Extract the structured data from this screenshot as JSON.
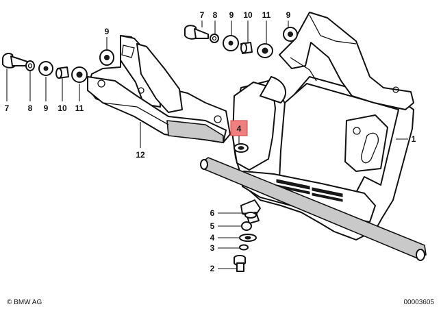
{
  "callouts": {
    "c7a": "7",
    "c8a": "8",
    "c9a": "9",
    "c10a": "10",
    "c11a": "11",
    "c9b": "9",
    "c12": "12",
    "c7b": "7",
    "c8b": "8",
    "c9c": "9",
    "c10b": "10",
    "c11b": "11",
    "c9d": "9",
    "c1": "1",
    "c4": "4",
    "c6": "6",
    "c5": "5",
    "c4b": "4",
    "c3": "3",
    "c2": "2"
  },
  "highlight": {
    "color": "#f08080",
    "part_number": "4"
  },
  "footer": {
    "copyright": "© BMW AG",
    "image_number": "00003605"
  }
}
